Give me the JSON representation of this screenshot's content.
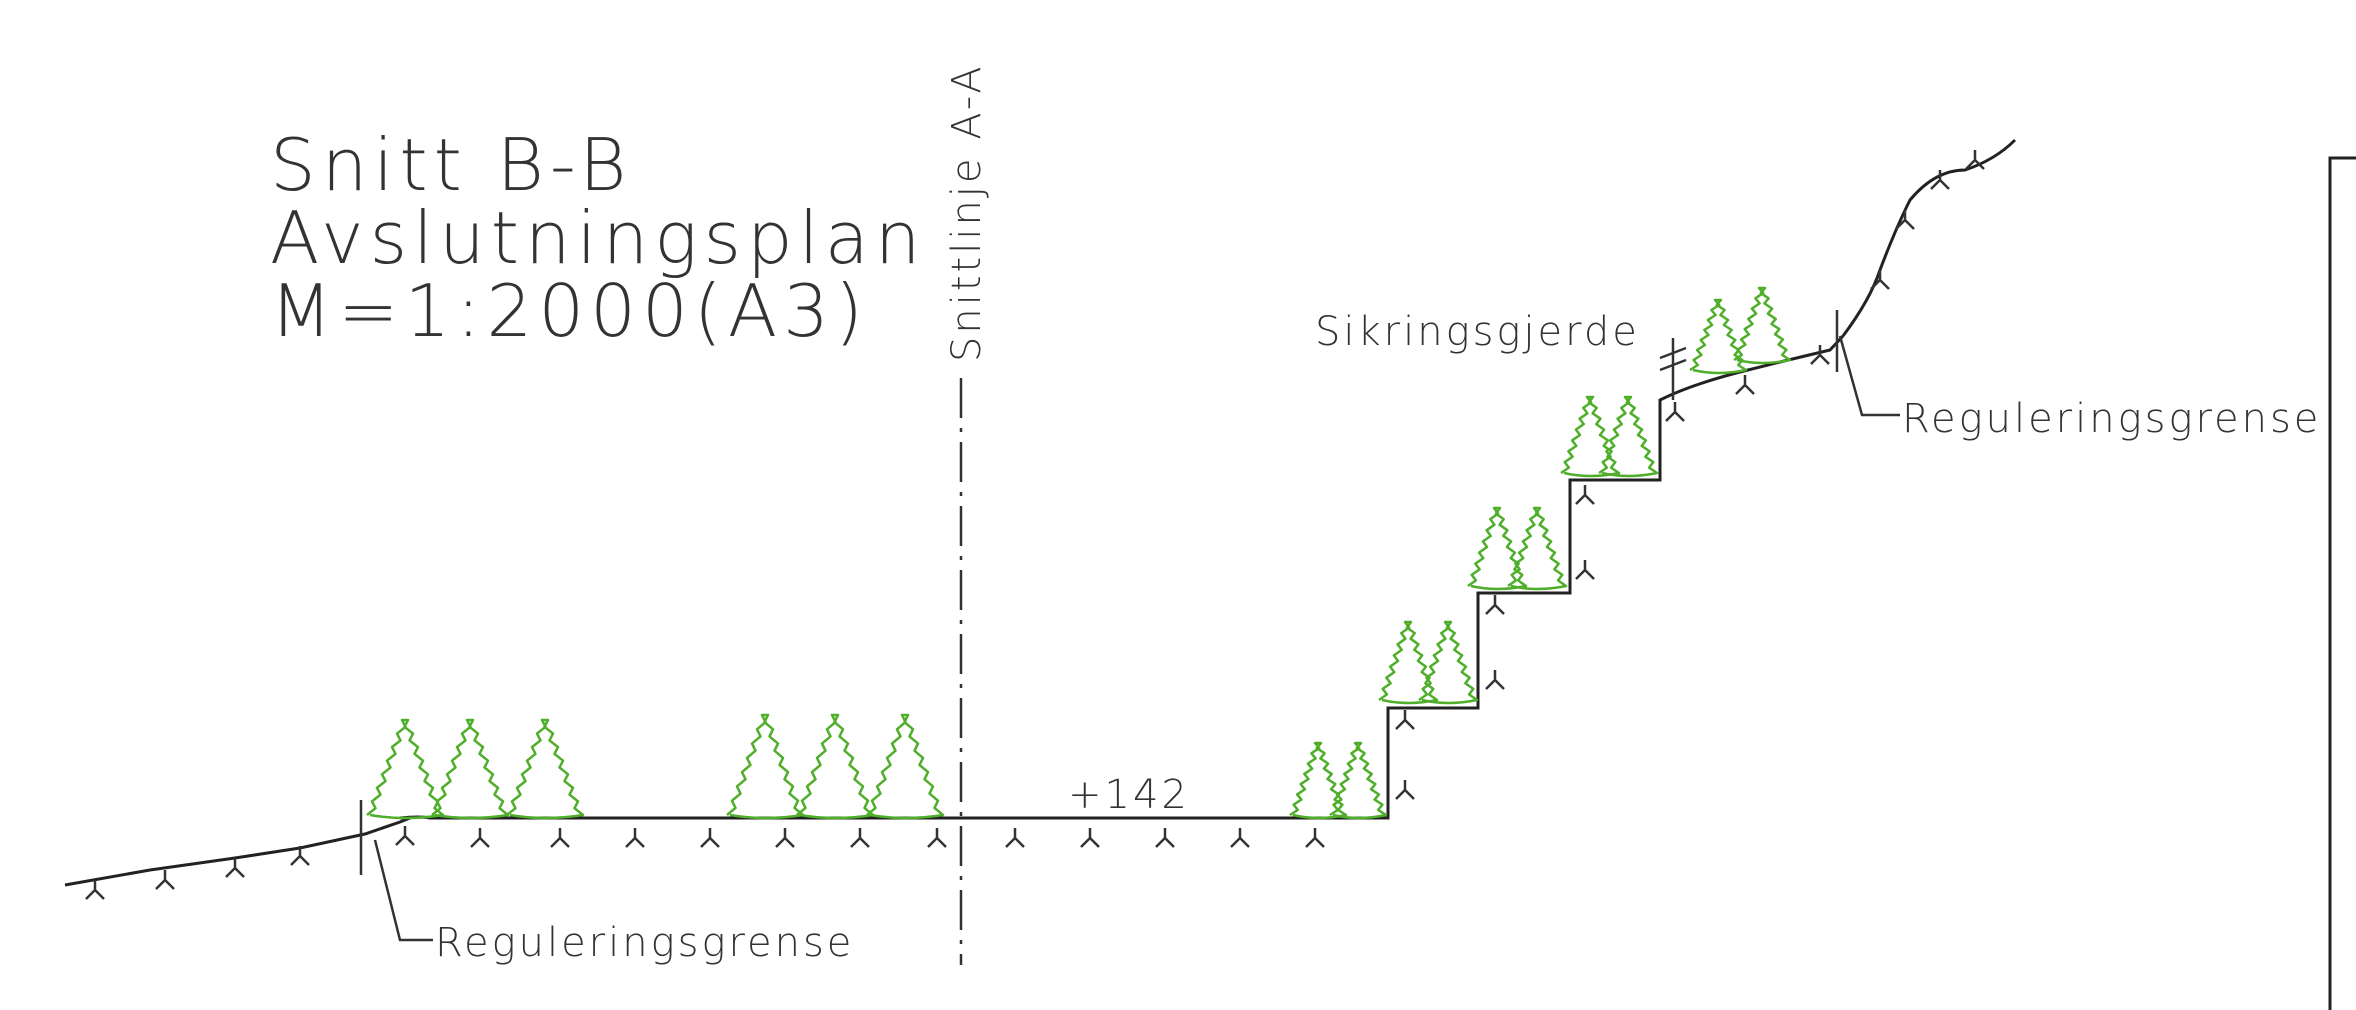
{
  "title": {
    "line1": "Snitt B-B",
    "line2": "Avslutningsplan",
    "line3": "M=1:2000(A3)"
  },
  "section_line_label": "Snittlinje A-A",
  "elevation_label": "+142",
  "fence_label": "Sikringsgjerde",
  "boundary_label_left": "Reguleringsgrense",
  "boundary_label_right": "Reguleringsgrense",
  "colors": {
    "line": "#222222",
    "vegetation": "#4fae2a",
    "background": "#ffffff"
  },
  "icons": {
    "tree": "conifer-tree-icon",
    "grass": "grass-tick-icon"
  }
}
